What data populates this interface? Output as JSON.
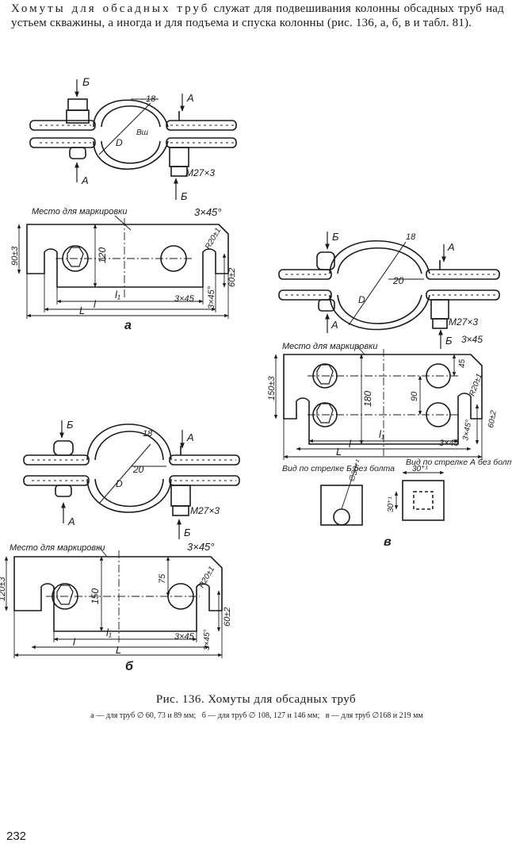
{
  "intro": {
    "spaced": "Хомуты для обсадных труб",
    "text": " служат для подвешивания колонны обсадных труб над устьем скважины, а иногда и для подъема и спуска колонны (рис. 136, а, б, в и табл. 81)."
  },
  "fig_a": {
    "label": "а",
    "view_b": "Б",
    "view_a": "А",
    "arrow_a_bottom": "А",
    "arrow_b_bottom": "Б",
    "thickness": "18",
    "diam": "D",
    "inner": "Вш",
    "bolt": "M27×3",
    "marking": "Место для маркировки",
    "chamfer": "3×45°",
    "height": "90±3",
    "plate_h": "120",
    "radius": "R20±1",
    "slot": "60±2",
    "l1": "l₁",
    "l": "l",
    "L": "L",
    "ch1": "3×45",
    "ch2": "3×45°"
  },
  "fig_b": {
    "label": "б",
    "view_b": "Б",
    "view_a": "А",
    "arrow_a_bottom": "А",
    "arrow_b_bottom": "Б",
    "thickness": "18",
    "diam": "D",
    "inner": "20",
    "bolt": "M27×3",
    "marking": "Место для маркировки",
    "chamfer": "3×45°",
    "height": "120±3",
    "plate_h": "150",
    "hole": "75",
    "radius": "R20±1",
    "slot": "60±2",
    "l1": "l₁",
    "l": "l",
    "L": "L",
    "ch1": "3×45",
    "ch2": "3×45°"
  },
  "fig_v": {
    "label": "в",
    "view_b": "Б",
    "view_a": "А",
    "arrow_a_bottom": "А",
    "arrow_b_bottom": "Б",
    "thickness": "18",
    "diam": "D",
    "inner": "20",
    "bolt": "M27×3",
    "chamfer_top": "3×45",
    "marking": "Место для маркировки",
    "height": "150±3",
    "plate_h": "180",
    "hole_gap": "90",
    "hole_top": "45",
    "radius": "R20±1",
    "slot": "60±2",
    "l1": "l₁",
    "l": "l",
    "L": "L",
    "ch1": "3×45",
    "ch2": "3×45°",
    "view_b_caption": "Вид по стрелке Б без болта",
    "view_a_caption": "Вид по стрелке А без болта",
    "d30": "∅30⁺¹",
    "w30": "30⁺¹",
    "h30": "30⁺¹"
  },
  "caption": "Рис. 136. Хомуты для обсадных труб",
  "legend": {
    "a": "а — для труб ∅ 60, 73 и 89 мм;",
    "b": "б — для труб ∅ 108, 127 и 146 мм;",
    "v": "в — для труб ∅168 и 219 мм"
  },
  "page_number": "232"
}
